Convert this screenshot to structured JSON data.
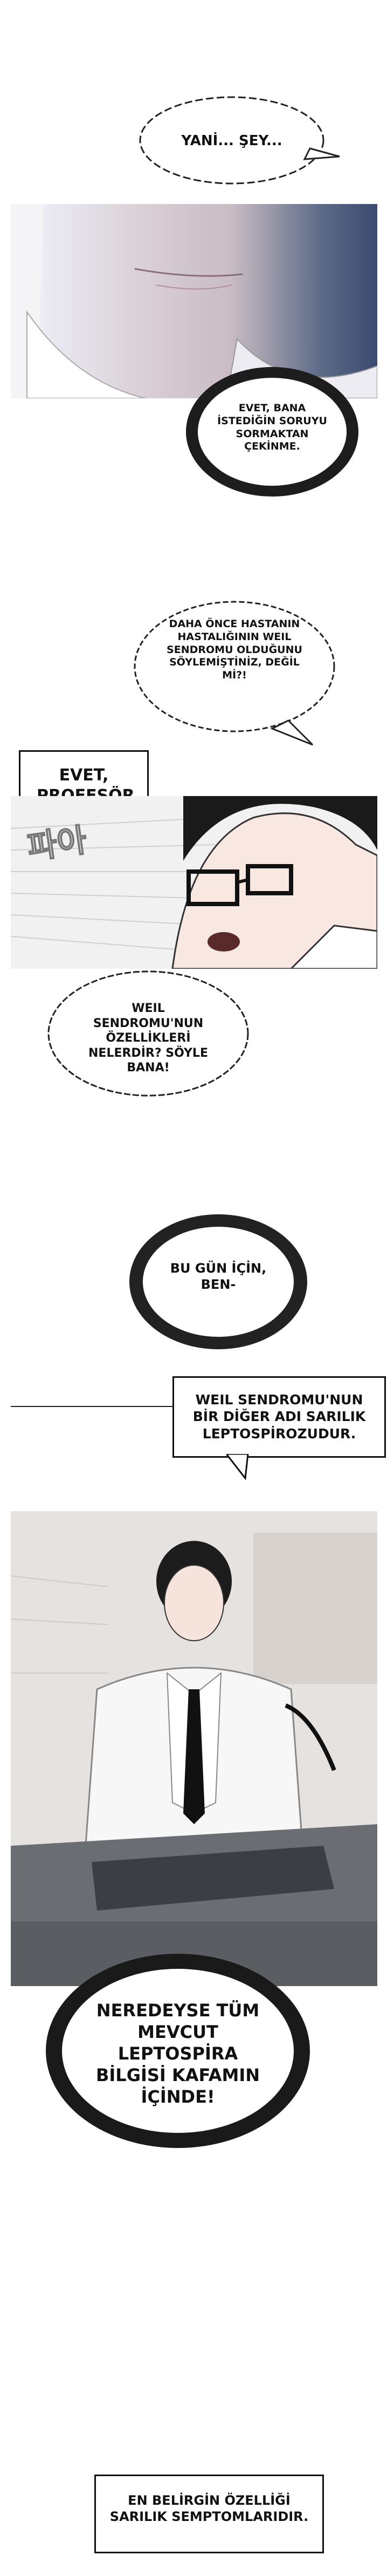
{
  "bubbles": {
    "b1": "YANİ... ŞEY...",
    "b2": "EVET, BANA İSTEDİĞİN SORUYU SORMAKTAN ÇEKİNME.",
    "b3": "DAHA ÖNCE HASTANIN HASTALIĞININ WEIL SENDROMU OLDUĞUNU SÖYLEMİŞTİNİZ, DEĞİL Mİ?!",
    "b4": "EVET, PROFESÖR.",
    "b5": "WEIL SENDROMU'NUN ÖZELLİKLERİ NELERDİR? SÖYLE BANA!",
    "b6": "BU GÜN İÇİN, BEN-",
    "b7": "WEIL SENDROMU'NUN BİR DİĞER ADI SARILIK LEPTOSPİROZUDUR.",
    "b8": "NEREDEYSE TÜM MEVCUT LEPTOSPİRA BİLGİSİ KAFAMIN İÇİNDE!",
    "b9": "EN BELİRGİN ÖZELLİĞİ SARILIK SEMPTOMLARIDIR."
  },
  "sfx": {
    "paa": "파아"
  }
}
